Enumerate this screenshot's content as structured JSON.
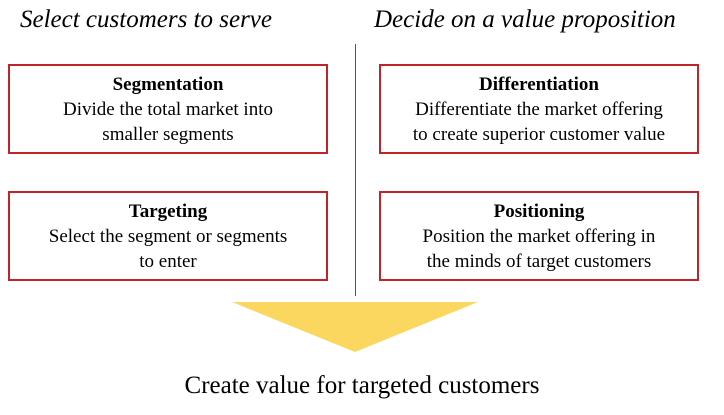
{
  "headings": {
    "left": "Select customers to serve",
    "right": "Decide on a value proposition"
  },
  "boxes": {
    "segmentation": {
      "title": "Segmentation",
      "line1": "Divide the total market into",
      "line2": "smaller segments"
    },
    "targeting": {
      "title": "Targeting",
      "line1": "Select the segment or segments",
      "line2": "to enter"
    },
    "differentiation": {
      "title": "Differentiation",
      "line1": "Differentiate the market offering",
      "line2": "to create superior customer value"
    },
    "positioning": {
      "title": "Positioning",
      "line1": "Position the market offering in",
      "line2": "the minds of target customers"
    }
  },
  "bottom_caption": "Create value for targeted customers",
  "colors": {
    "box_border": "#c0242b",
    "arrow_fill": "#fbd75f",
    "divider": "#555555"
  },
  "icons": {
    "arrow": "downward-triangle-arrow"
  }
}
